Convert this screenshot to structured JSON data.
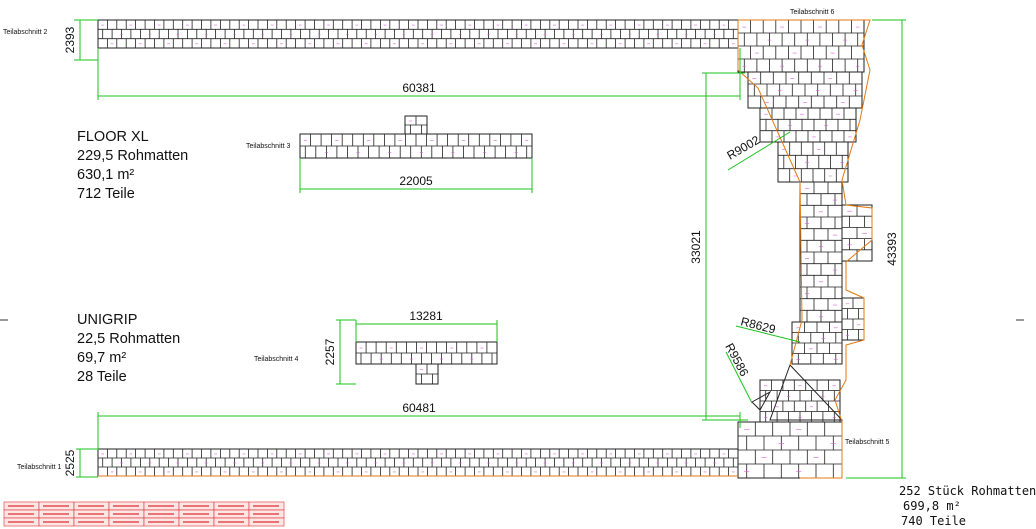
{
  "colors": {
    "dim": "#19c41a",
    "tile_fill": "#ffffff",
    "tile_stroke": "#222222",
    "mark": "#e060e0",
    "outline": "#e07810",
    "legend": "#e03030"
  },
  "labels": {
    "section2": "Teilabschnitt 2",
    "section6": "Teilabschnitt 6",
    "section3": "Teilabschnitt 3",
    "section4": "Teilabschnitt 4",
    "section1": "Teilabschnitt 1",
    "section5": "Teilabschnitt 5"
  },
  "dims": {
    "d2393": "2393",
    "d60381": "60381",
    "dR9002": "R9002",
    "d22005": "22005",
    "d33021": "33021",
    "d43393": "43393",
    "d13281": "13281",
    "d2257": "2257",
    "dR8629": "R8629",
    "dR9586": "R9586",
    "d60481": "60481",
    "d2525": "2525"
  },
  "floor_xl": {
    "title": "FLOOR XL",
    "mats": "229,5 Rohmatten",
    "area": "630,1 m²",
    "parts": "712 Teile"
  },
  "unigrip": {
    "title": "UNIGRIP",
    "mats": "22,5 Rohmatten",
    "area": "69,7 m²",
    "parts": "28 Teile"
  },
  "totals": {
    "mats": "252 Stück Rohmatten",
    "area": "699,8 m²",
    "parts": "740 Teile"
  }
}
